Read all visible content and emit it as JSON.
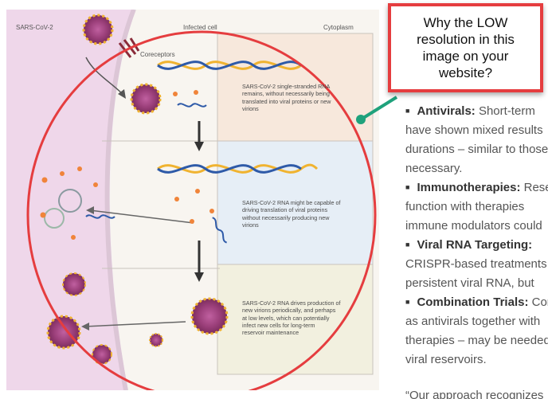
{
  "figure": {
    "labels": {
      "virus": "SARS-CoV-2",
      "cell": "Infected cell",
      "cytoplasm": "Cytoplasm",
      "coreceptors": "Coreceptors"
    },
    "captions": [
      [
        "SARS-CoV-2 single-stranded RNA",
        "remains, without necessarily being",
        "translated into viral proteins or new",
        "virions"
      ],
      [
        "SARS-CoV-2 RNA might be capable of",
        "driving translation of viral proteins",
        "without necessarily producing new",
        "virions"
      ],
      [
        "SARS-CoV-2 RNA drives production of",
        "new virions periodically, and perhaps",
        "at low levels, which can potentially",
        "infect new cells for long-term",
        "reservoir maintenance"
      ]
    ]
  },
  "callout": {
    "text": "Why the LOW resolution in this image on your website?"
  },
  "article": {
    "items": [
      {
        "lead": "Antivirals:",
        "lines": [
          " Short-term",
          "have shown mixed results",
          "durations – similar to those",
          "necessary."
        ]
      },
      {
        "lead": "Immunotherapies:",
        "lines": [
          " Research",
          "function with therapies",
          "immune modulators could"
        ]
      },
      {
        "lead": "Viral RNA Targeting:",
        "lines": [
          "",
          "CRISPR-based treatments",
          "persistent viral RNA, but"
        ]
      },
      {
        "lead": "Combination Trials:",
        "lines": [
          " Com",
          "as antivirals together with",
          "therapies – may be needed",
          "viral reservoirs."
        ]
      }
    ],
    "quote_start": "“Our approach recognizes"
  },
  "colors": {
    "callout_border": "#e53d3f",
    "connector": "#1fa27c",
    "annotation_circle": "#e53d3f"
  }
}
